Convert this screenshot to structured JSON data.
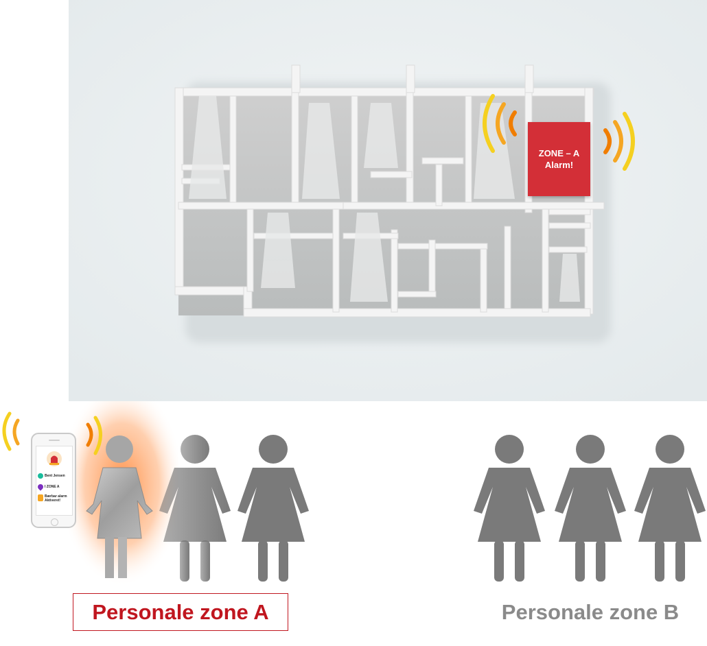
{
  "alarm": {
    "line1": "ZONE – A",
    "line2": "Alarm!",
    "color": "#d32f37"
  },
  "phone": {
    "name": "Bent Jensen",
    "zone": "I ZONE A",
    "status_line1": "Bærbar alarm",
    "status_line2": "Aktiveret!"
  },
  "zones": {
    "a_label": "Personale zone A",
    "b_label": "Personale zone B",
    "a_color": "#c0161f",
    "b_color": "#8a8a8a"
  },
  "icons": {
    "signal": "signal-waves-icon",
    "person": "person-icon",
    "siren": "siren-icon"
  }
}
